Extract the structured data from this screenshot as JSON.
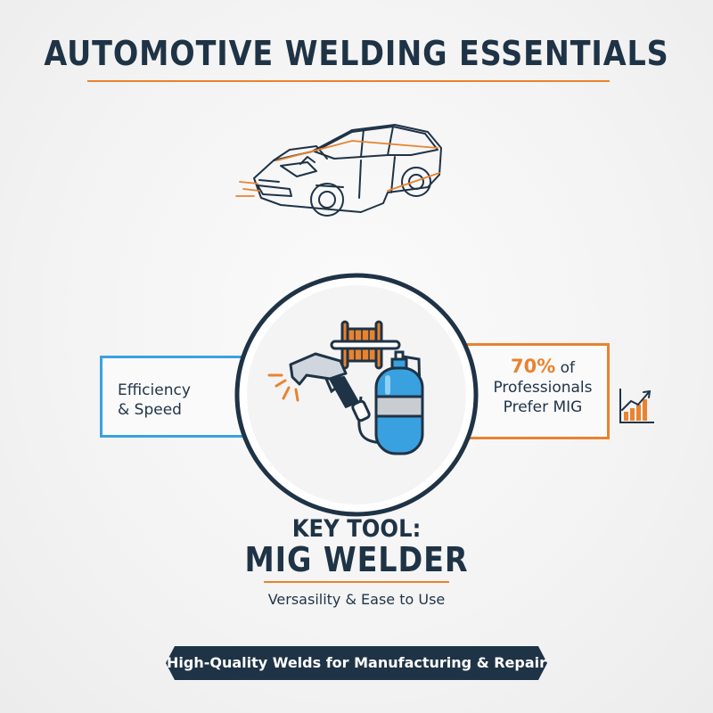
{
  "header": {
    "title": "AUTOMOTIVE WELDING ESSENTIALS"
  },
  "left_card": {
    "line1": "Efficiency",
    "line2": "& Speed"
  },
  "right_card": {
    "stat": "70%",
    "stat_suffix": "of",
    "line2": "Professionals",
    "line3": "Prefer MIG"
  },
  "tool": {
    "key_label": "KEY TOOL:",
    "name": "MIG WELDER",
    "tagline": "Versasility & Ease to Use"
  },
  "footer": {
    "banner": "High-Quality Welds for Manufacturing & Repair"
  },
  "icons": {
    "illustration": "car-line-icon",
    "center": "mig-welder-icon",
    "trend": "trending-bar-chart-icon"
  },
  "colors": {
    "navy": "#1f3346",
    "orange": "#e8832f",
    "blue": "#3aa1e0"
  }
}
